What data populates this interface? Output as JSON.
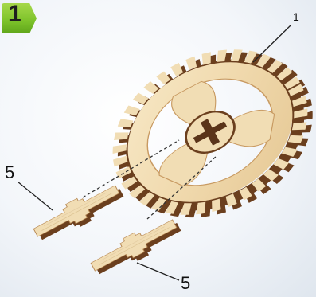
{
  "step": {
    "number": "1",
    "color": "#7cc22a"
  },
  "labels": {
    "gear": "1",
    "peg_left": "5",
    "peg_bottom": "5"
  },
  "colors": {
    "wood_face": "#f1ddb4",
    "wood_edge": "#6b3f1e",
    "wood_grain": "#d9bf8e",
    "leader_line": "#222222",
    "dashed_line": "#333333"
  }
}
